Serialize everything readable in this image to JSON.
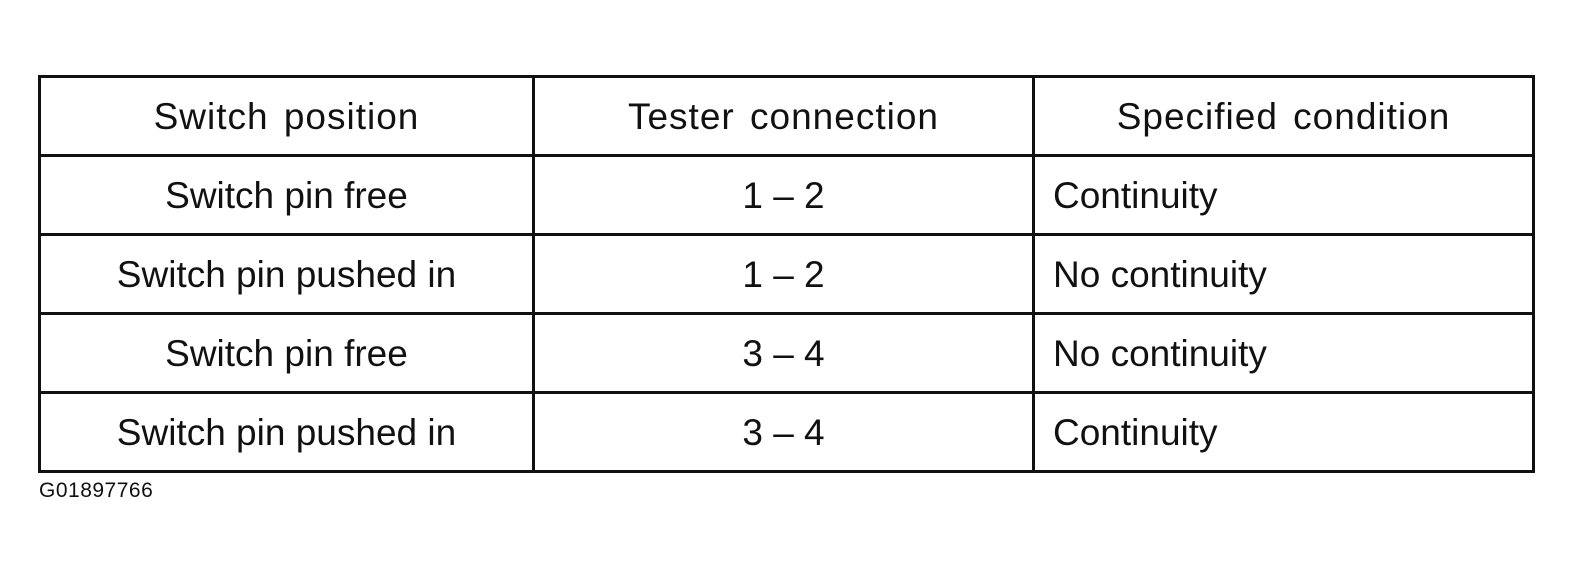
{
  "table": {
    "headers": [
      "Switch position",
      "Tester connection",
      "Specified condition"
    ],
    "rows": [
      [
        "Switch pin free",
        "1 – 2",
        "Continuity"
      ],
      [
        "Switch pin pushed in",
        "1 – 2",
        "No continuity"
      ],
      [
        "Switch pin free",
        "3 – 4",
        "No continuity"
      ],
      [
        "Switch pin pushed in",
        "3 – 4",
        "Continuity"
      ]
    ]
  },
  "figure_code": "G01897766"
}
